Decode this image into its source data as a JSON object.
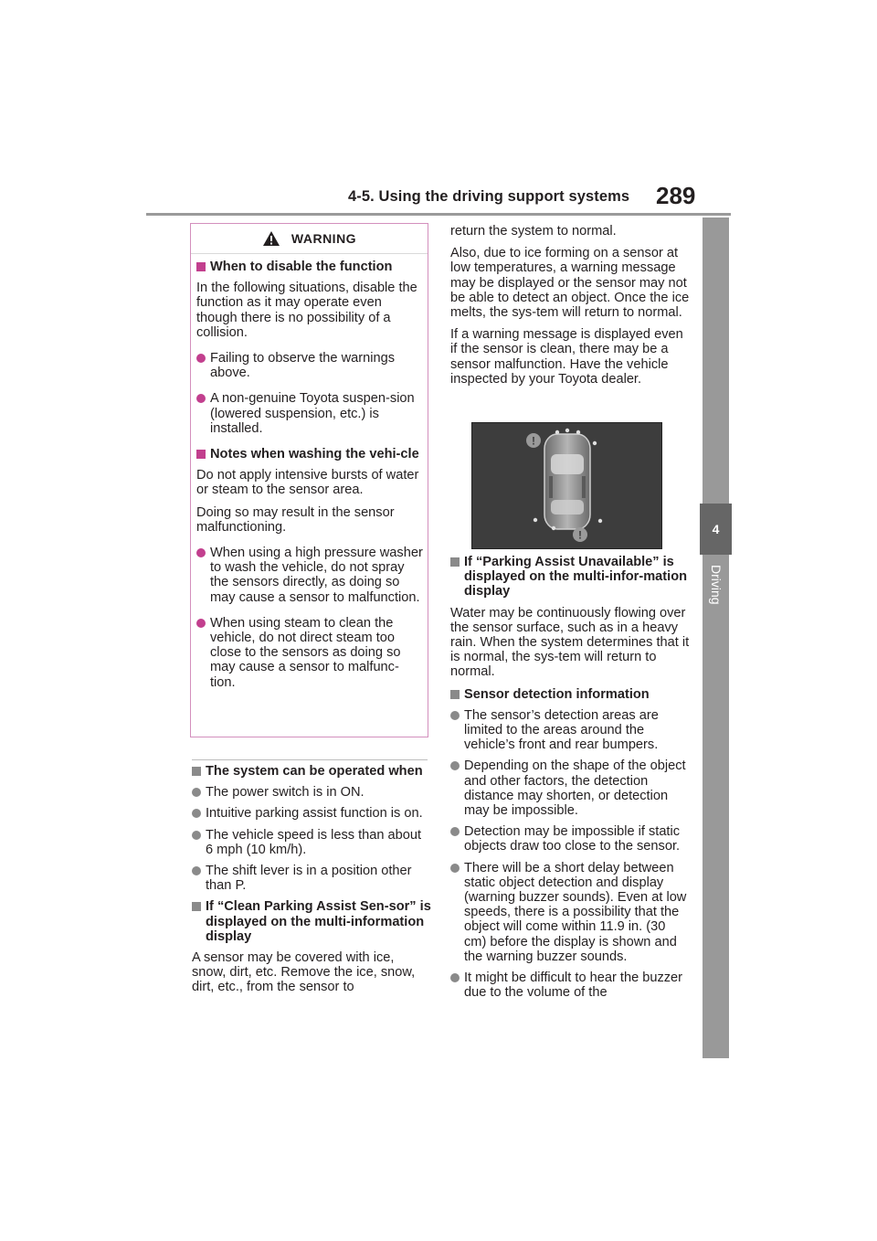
{
  "header": {
    "section_title": "4-5. Using the driving support systems",
    "page_number": "289"
  },
  "side_tab": {
    "chapter_number": "4",
    "chapter_label": "Driving"
  },
  "warning": {
    "title": "WARNING",
    "heading1": "When to disable the function",
    "para1": "In the following situations, disable the function as it may operate even though there is no possibility of a collision.",
    "bullet1": "Failing to observe the warnings above.",
    "bullet2": "A non-genuine Toyota suspen-sion (lowered suspension, etc.) is installed.",
    "heading2": "Notes when washing the vehi-cle",
    "para2": "Do not apply intensive bursts of water or steam to the sensor area.",
    "para3": "Doing so may result in the sensor malfunctioning.",
    "bullet3": "When using a high pressure washer to wash the vehicle, do not spray the sensors directly, as doing so may cause a sensor to malfunction.",
    "bullet4": "When using steam to clean the vehicle, do not direct steam too close to the sensors as doing so may cause a sensor to malfunc-tion."
  },
  "left": {
    "heading1": "The system can be operated when",
    "bullet1": "The power switch is in ON.",
    "bullet2": "Intuitive parking assist function is on.",
    "bullet3": "The vehicle speed is less than about 6 mph (10 km/h).",
    "bullet4": "The shift lever is in a position other than P.",
    "heading2": "If “Clean Parking Assist Sen-sor” is displayed on the multi-information display",
    "para1": "A sensor may be covered with ice, snow, dirt, etc. Remove the ice, snow, dirt, etc., from the sensor to"
  },
  "right": {
    "para1": "return the system to normal.",
    "para2": "Also, due to ice forming on a sensor at low temperatures, a warning message may be displayed or the sensor may not be able to detect an object. Once the ice melts, the sys-tem will return to normal.",
    "para3": "If a warning message is displayed even if the sensor is clean, there may be a sensor malfunction. Have the vehicle inspected by your Toyota dealer.",
    "heading1": "If “Parking Assist Unavailable” is displayed on the multi-infor-mation display",
    "para4": "Water may be continuously flowing over the sensor surface, such as in a heavy rain. When the system determines that it is normal, the sys-tem will return to normal.",
    "heading2": "Sensor detection information",
    "bullet1": "The sensor’s detection areas are limited to the areas around the vehicle’s front and rear bumpers.",
    "bullet2": "Depending on the shape of the object and other factors, the detection distance may shorten, or detection may be impossible.",
    "bullet3": "Detection may be impossible if static objects draw too close to the sensor.",
    "bullet4": "There will be a short delay between static object detection and display (warning buzzer sounds). Even at low speeds, there is a possibility that the object will come within 11.9 in. (30 cm) before the display is shown and the warning buzzer sounds.",
    "bullet5": "It might be difficult to hear the buzzer due to the volume of the"
  },
  "figure": {
    "alert_symbol": "!"
  },
  "colors": {
    "warning_accent": "#c23f8e",
    "warning_border": "#d38fbd",
    "tab_gray": "#999999",
    "figure_bg": "#3d3d3d"
  }
}
